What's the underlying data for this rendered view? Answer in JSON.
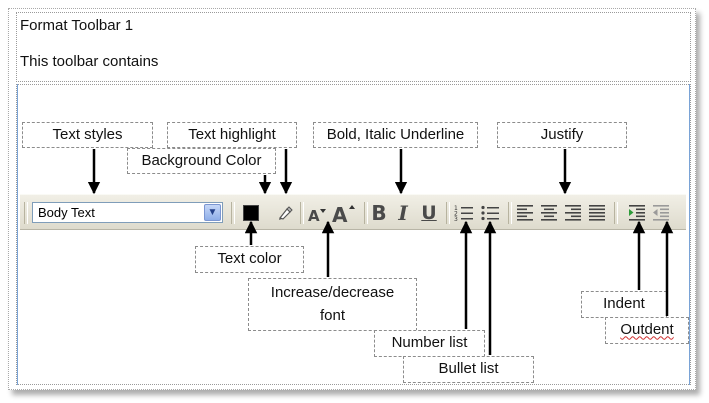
{
  "doc": {
    "title": "Format Toolbar 1",
    "description": "This toolbar contains"
  },
  "toolbar": {
    "style_value": "Body Text",
    "colors": {
      "text_color": "#000000",
      "toolbar_bg": "#e8e6da",
      "select_border": "#7f9db9",
      "indent_accent": "#2e9c3a"
    }
  },
  "labels": {
    "text_styles": "Text styles",
    "text_highlight": "Text highlight",
    "background_color": "Background Color",
    "bold_italic_underline": "Bold, Italic Underline",
    "justify": "Justify",
    "text_color": "Text color",
    "increase_decrease_line1": "Increase/decrease",
    "increase_decrease_line2": "font",
    "number_list": "Number list",
    "bullet_list": "Bullet list",
    "indent": "Indent",
    "outdent": "Outdent"
  },
  "icons": {
    "style_dropdown": "chevron-down-icon",
    "text_color": "color-swatch-icon",
    "highlight": "highlighter-icon",
    "decrease_font": "decrease-font-icon",
    "increase_font": "increase-font-icon",
    "bold": "bold-icon",
    "italic": "italic-icon",
    "underline": "underline-icon",
    "number_list": "number-list-icon",
    "bullet_list": "bullet-list-icon",
    "align_left": "align-left-icon",
    "align_center": "align-center-icon",
    "align_right": "align-right-icon",
    "align_justify": "align-justify-icon",
    "indent": "indent-icon",
    "outdent": "outdent-icon"
  }
}
